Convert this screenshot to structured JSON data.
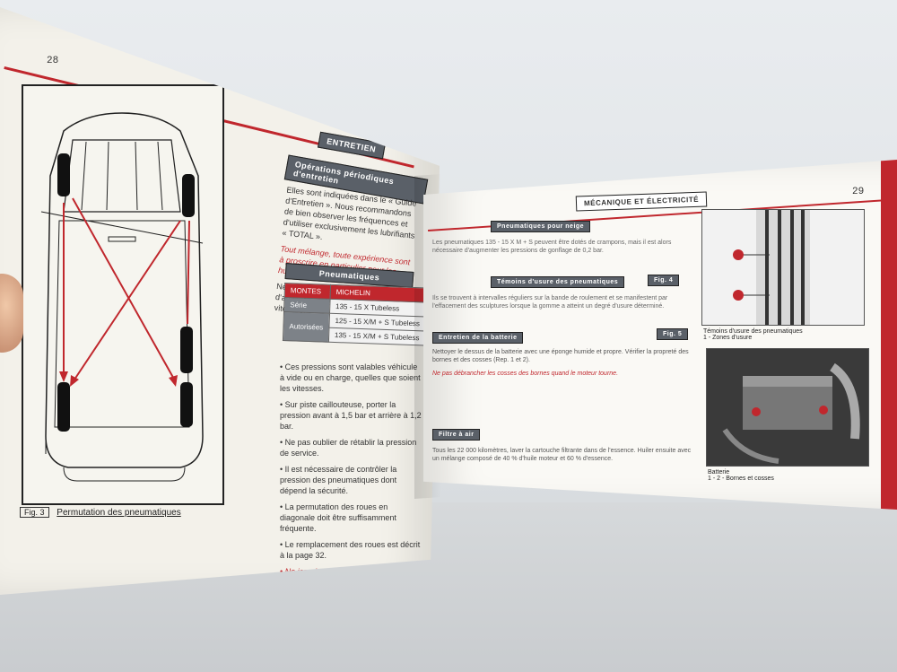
{
  "left_page": {
    "page_number": "28",
    "figure_tag": "Fig. 3",
    "figure_caption": "Permutation des pneumatiques",
    "section_title": "ENTRETIEN",
    "subsection_1": "Opérations périodiques d'entretien",
    "subsection_2": "Pneumatiques",
    "table": {
      "head_1": "MONTES",
      "head_2": "MICHELIN",
      "row_1_label": "Série",
      "row_1_value": "135 - 15 X Tubeless",
      "row_2_label": "Autorisées",
      "row_2_values": [
        "125 - 15 X/M + S Tubeless",
        "135 - 15 X/M + S Tubeless"
      ]
    },
    "bullets": [
      "Ces pressions sont valables véhicule à vide ou en charge, quelles que soient les vitesses.",
      "Sur piste caillouteuse, porter la pression avant à 1,5 bar et arrière à 1,2 bar.",
      "Ne pas oublier de rétablir la pression de service.",
      "Il est nécessaire de contrôler la pression des pneumatiques dont dépend la sécurité.",
      "La permutation des roues en diagonale doit être suffisamment fréquente.",
      "Le remplacement des roues est décrit à la page 32.",
      "Ne jamais utiliser d'autres pneumatiques que ceux préconisés."
    ]
  },
  "right_page": {
    "page_number": "29",
    "header_title": "MÉCANIQUE ET ÉLECTRICITÉ",
    "subsection_1": "Pneumatiques pour neige",
    "subsection_2": "Témoins d'usure des pneumatiques",
    "subsection_3": "Entretien de la batterie",
    "subsection_4": "Filtre à air",
    "fig4_tag": "Fig. 4",
    "fig5_tag": "Fig. 5",
    "fig4_caption": "Témoins d'usure des pneumatiques",
    "fig4_caption_sub": "1 - Zones d'usure",
    "fig5_caption": "Batterie",
    "fig5_caption_sub": "1 - 2 - Bornes et cosses",
    "para_battery": "Nettoyer le dessus de la batterie avec une éponge humide et propre. Vérifier la propreté des bornes et des cosses (Rep. 1 et 2).",
    "para_battery_red": "Ne pas débrancher les cosses des bornes quand le moteur tourne.",
    "para_filter": "Tous les 22 000 kilomètres, laver la cartouche filtrante dans de l'essence. Huiler ensuite avec un mélange composé de 40 % d'huile moteur et 60 % d'essence."
  }
}
